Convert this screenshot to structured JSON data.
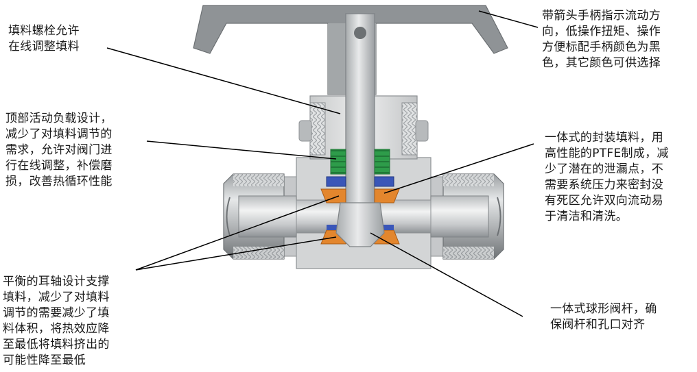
{
  "annotations": {
    "packing_bolt": "填料螺栓允许\n在线调整填料",
    "top_load": "顶部活动负载设计，\n减少了对填料调节的\n需求，允许对阀门进\n行在线调整，补偿磨\n损，改善热循环性能",
    "trunnion": "平衡的耳轴设计支撑\n填料，减少了对填料\n调节的需要减少了填\n料体积，将热效应降\n至最低将填料挤出的\n可能性降至最低",
    "handle": "带箭头手柄指示流动方\n向，低操作扭矩、操作\n方便标配手柄颜色为黑\n色，其它颜色可供选择",
    "one_piece_packing": "一体式的封装填料，用\n高性能的PTFE制成，减\n少了潜在的泄漏点，不\n需要系统压力来密封没\n有死区允许双向流动易\n于清洁和清洗。",
    "ball_stem": "一体式球形阀杆，确\n保阀杆和孔口对齐"
  },
  "colors": {
    "handle": "#8f9396",
    "body": "#d3d5d6",
    "packing_green": "#2e9c4a",
    "seal_orange": "#e3862d",
    "seal_blue": "#3a56b8",
    "leader": "#000000"
  }
}
